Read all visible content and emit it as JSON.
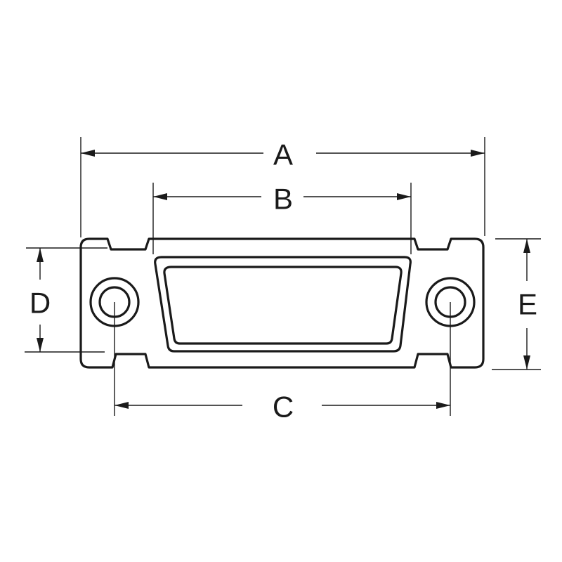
{
  "dimensions": {
    "a": "A",
    "b": "B",
    "c": "C",
    "d": "D",
    "e": "E"
  },
  "colors": {
    "line": "#1a1a1a",
    "background": "#ffffff"
  }
}
